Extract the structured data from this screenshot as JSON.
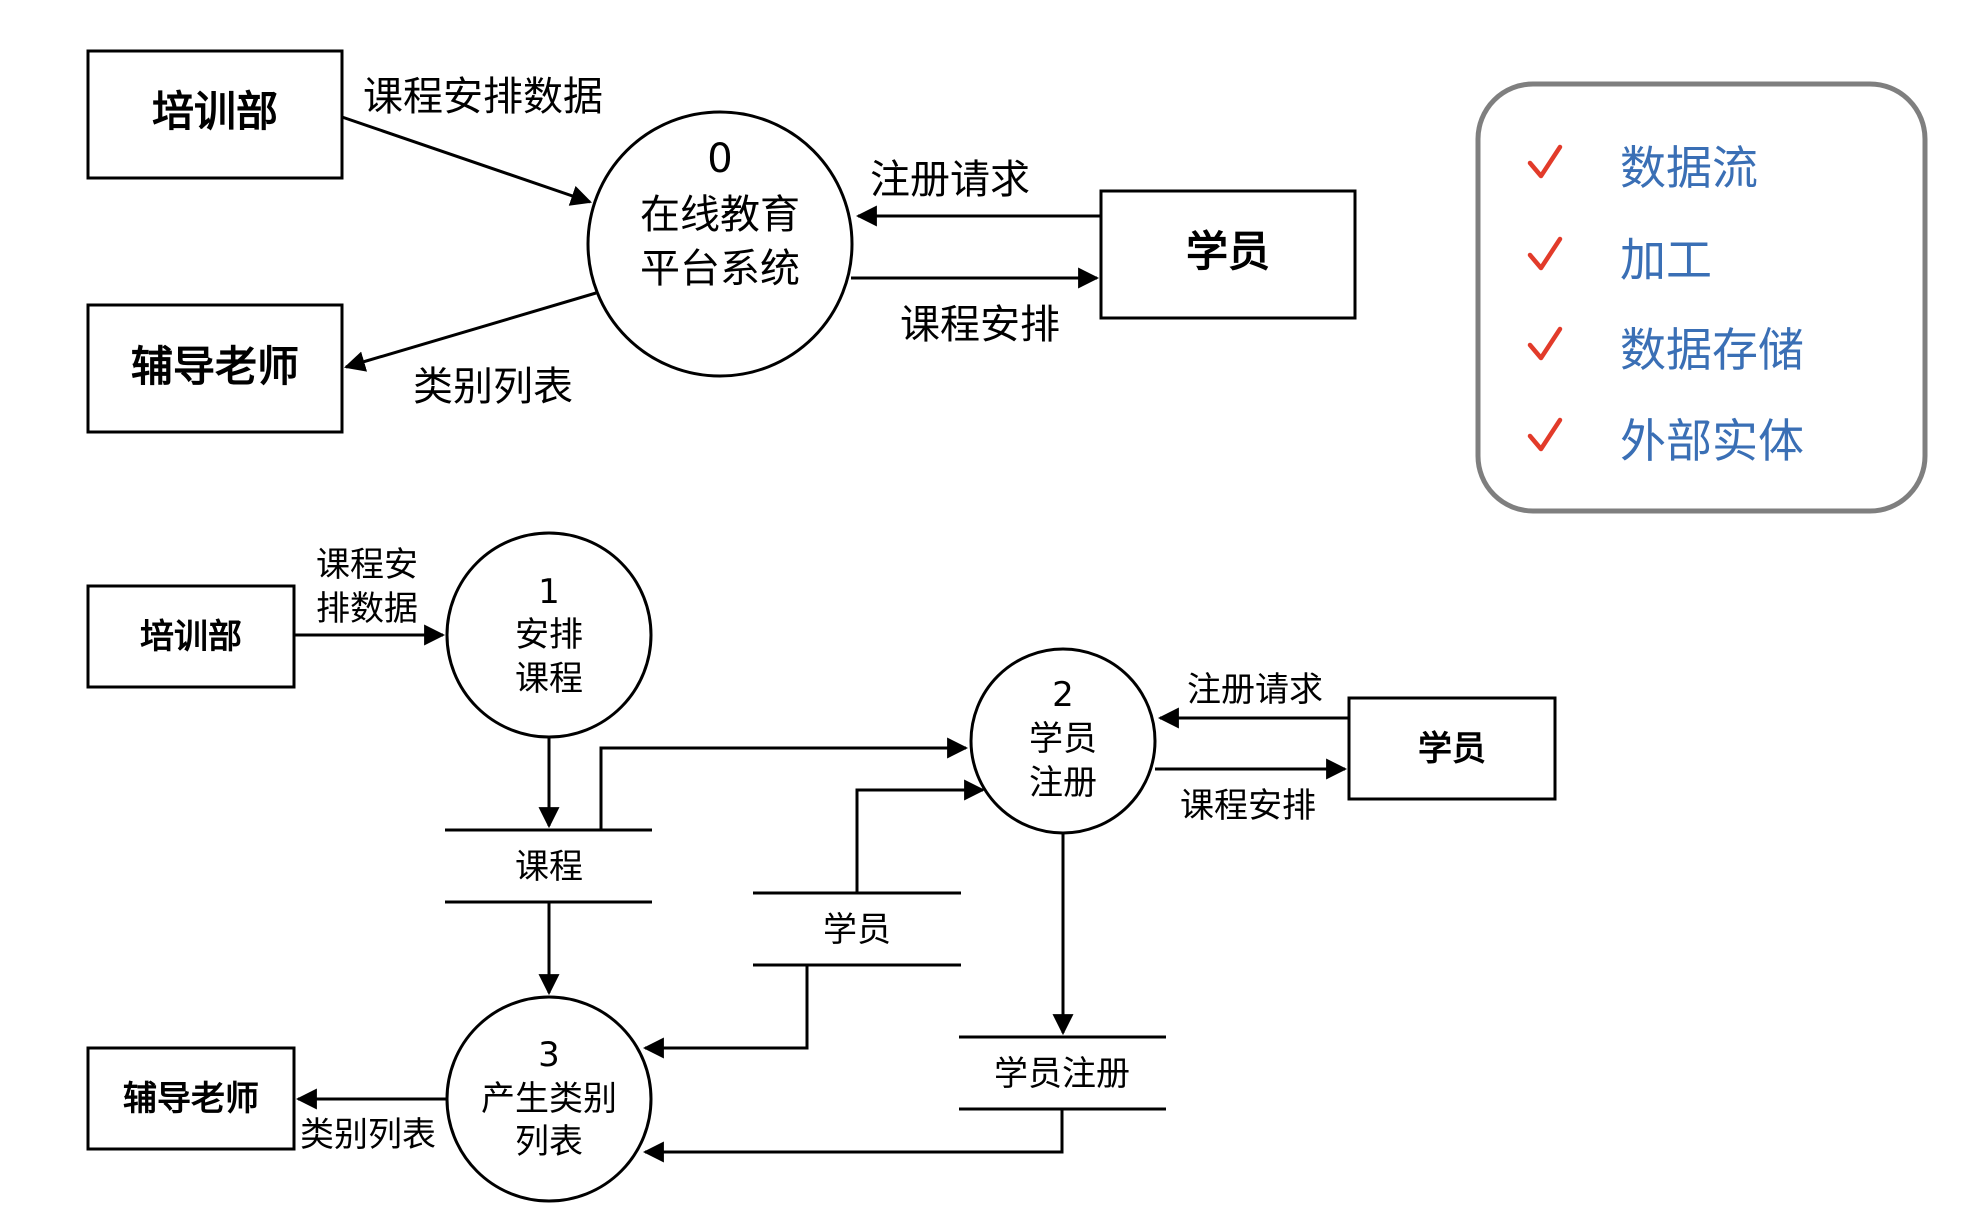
{
  "context": {
    "entity_training": "培训部",
    "entity_tutor": "辅导老师",
    "entity_student": "学员",
    "process_number": "0",
    "process_name_line1": "在线教育",
    "process_name_line2": "平台系统",
    "flow_schedule_data": "课程安排数据",
    "flow_category_list": "类别列表",
    "flow_register_request": "注册请求",
    "flow_course_schedule": "课程安排"
  },
  "legend": {
    "items": [
      "数据流",
      "加工",
      "数据存储",
      "外部实体"
    ],
    "check_color": "#e23b2a",
    "text_color": "#3a6fb5",
    "border_color": "#7f7f7f"
  },
  "level1": {
    "entity_training": "培训部",
    "entity_tutor": "辅导老师",
    "entity_student": "学员",
    "p1_number": "1",
    "p1_line1": "安排",
    "p1_line2": "课程",
    "p2_number": "2",
    "p2_line1": "学员",
    "p2_line2": "注册",
    "p3_number": "3",
    "p3_line1": "产生类别",
    "p3_line2": "列表",
    "store_course": "课程",
    "store_student": "学员",
    "store_registration": "学员注册",
    "flow_schedule_data_line1": "课程安",
    "flow_schedule_data_line2": "排数据",
    "flow_register_request": "注册请求",
    "flow_course_schedule": "课程安排",
    "flow_category_list": "类别列表"
  }
}
